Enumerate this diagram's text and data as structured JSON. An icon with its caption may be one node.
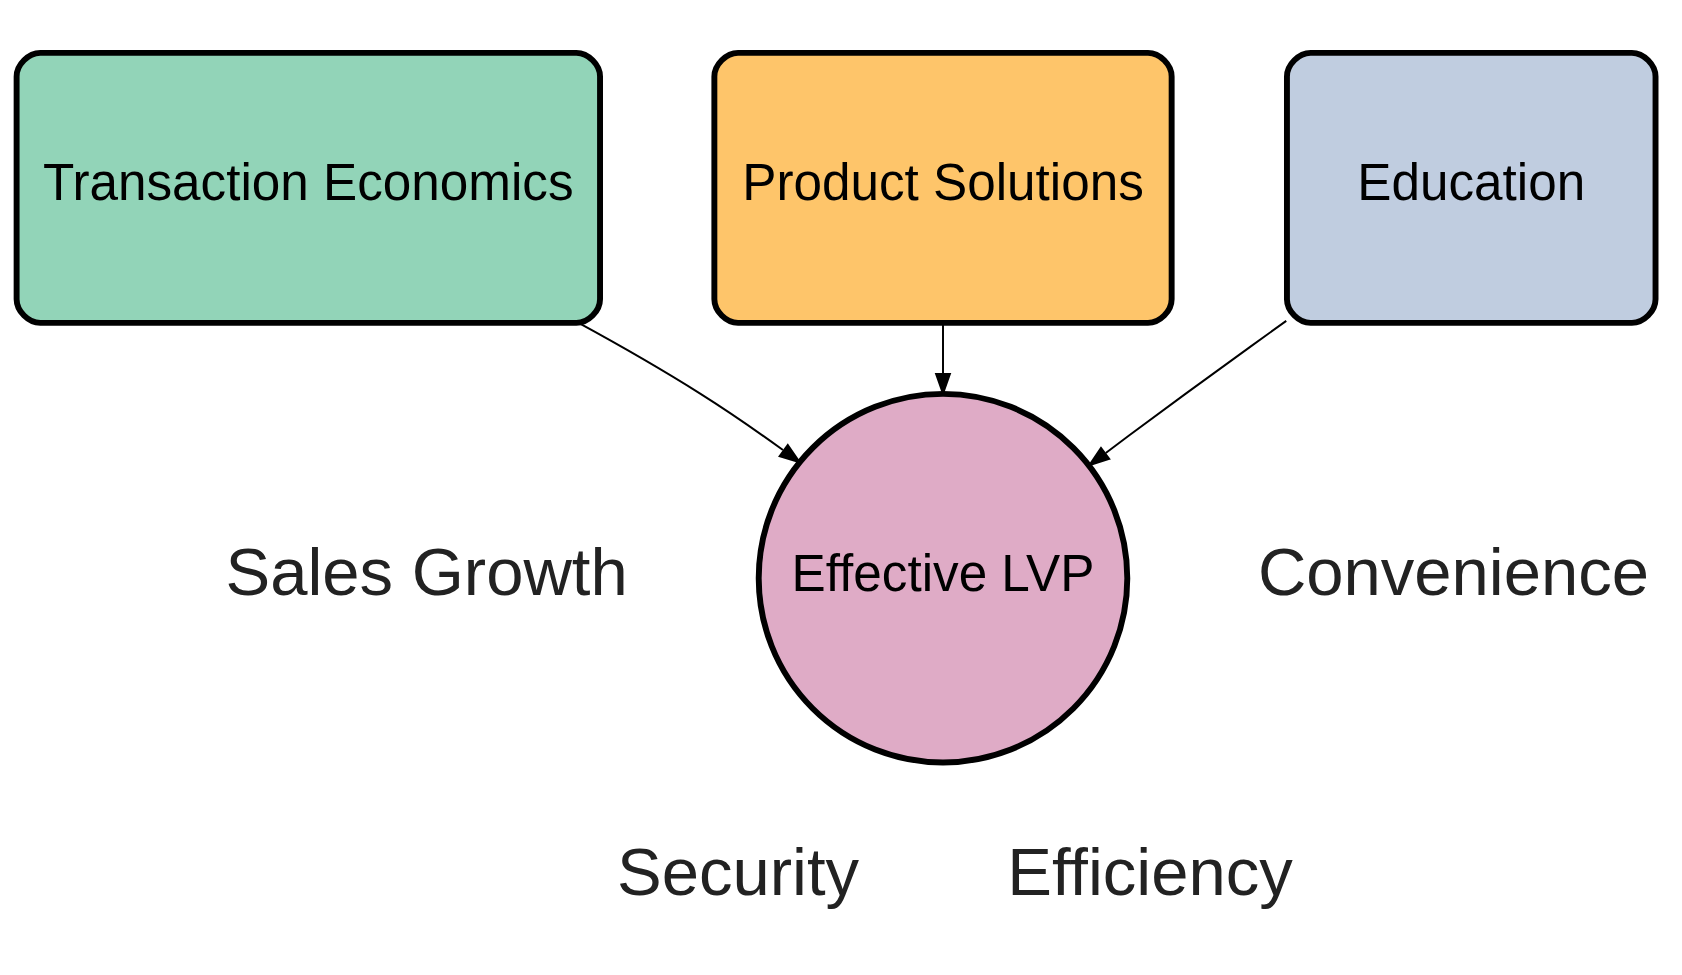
{
  "diagram": {
    "nodes": [
      {
        "text": [
          "Transaction Economics"
        ]
      },
      {
        "text": [
          "Product Solutions"
        ]
      },
      {
        "text": [
          "Education"
        ]
      },
      {
        "text": [
          "Effective LVP"
        ]
      }
    ],
    "edges": [
      {
        "from": 0,
        "to": 3,
        "arrow": "to"
      },
      {
        "from": 1,
        "to": 3,
        "arrow": "to"
      },
      {
        "from": 2,
        "to": 3,
        "arrow": "to"
      }
    ],
    "labels": [
      "Sales Growth",
      "Convenience",
      "Security",
      "Efficiency"
    ]
  }
}
